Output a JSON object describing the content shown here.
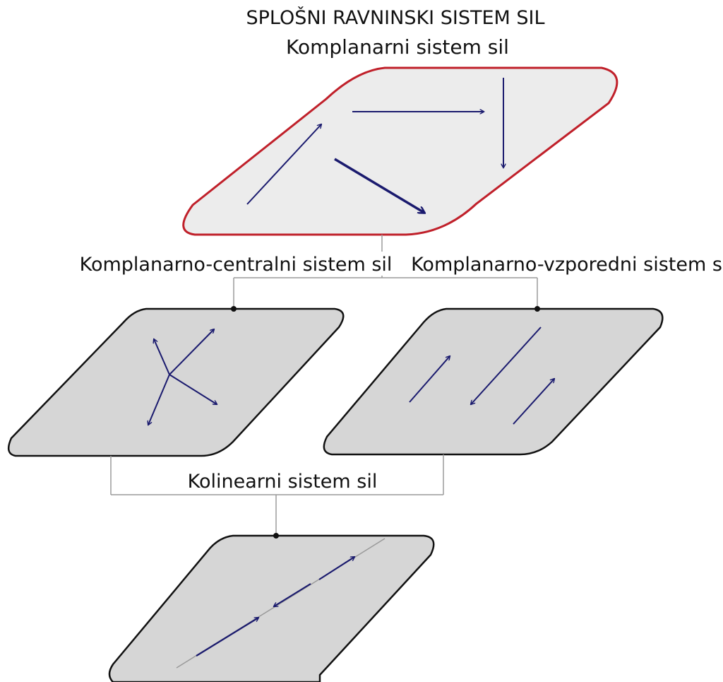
{
  "diagram": {
    "title": "SPLOŠNI RAVNINSKI SISTEM SIL",
    "subtitle": "Komplanarni sistem sil",
    "central_label": "Komplanarno-centralni sistem sil",
    "parallel_label": "Komplanarno-vzporedni sistem sil",
    "collinear_label": "Kolinearni sistem sil",
    "colors": {
      "top_outline": "#c0202a",
      "top_fill": "#ececec",
      "plane_fill": "#d6d6d6",
      "plane_outline": "#111111",
      "arrow": "#1a1a6e",
      "connector": "#9a9a9a"
    }
  }
}
